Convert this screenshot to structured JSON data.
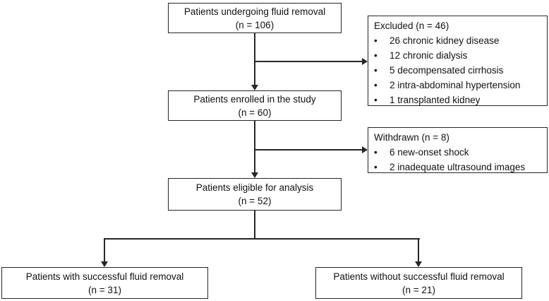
{
  "diagram": {
    "type": "patient-flowchart",
    "colors": {
      "background": "#ffffff",
      "border": "#262626",
      "text": "#111111"
    },
    "nodes": {
      "top": {
        "line1": "Patients undergoing fluid removal",
        "line2": "(n = 106)"
      },
      "enrolled": {
        "line1": "Patients enrolled in the study",
        "line2": "(n = 60)"
      },
      "eligible": {
        "line1": "Patients eligible for analysis",
        "line2": "(n = 52)"
      },
      "success": {
        "line1": "Patients with successful fluid removal",
        "line2": "(n = 31)"
      },
      "failure": {
        "line1": "Patients without successful fluid removal",
        "line2": "(n = 21)"
      },
      "excluded": {
        "title": "Excluded (n = 46)",
        "items": [
          "26 chronic kidney disease",
          "12 chronic dialysis",
          "5 decompensated cirrhosis",
          "2 intra-abdominal hypertension",
          "1 transplanted kidney"
        ]
      },
      "withdrawn": {
        "title": "Withdrawn (n = 8)",
        "items": [
          "6 new-onset shock",
          "2 inadequate ultrasound images"
        ]
      }
    }
  }
}
